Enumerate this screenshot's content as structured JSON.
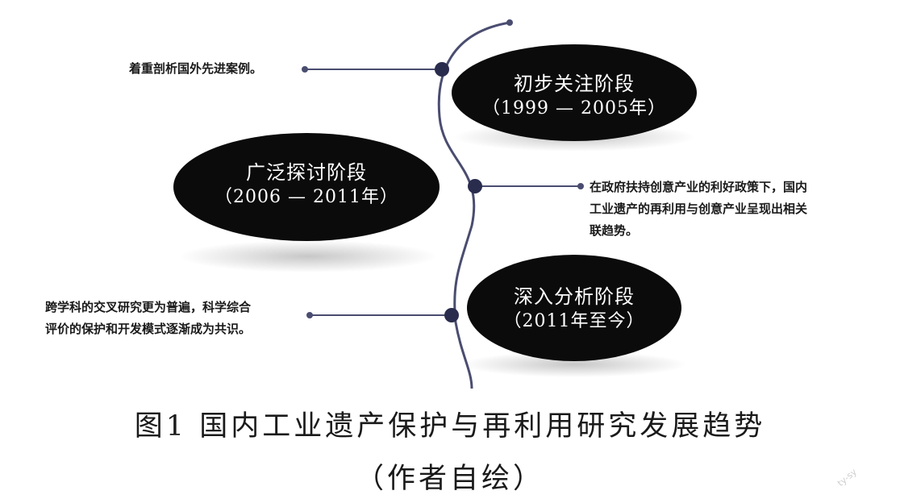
{
  "stages": [
    {
      "title": "初步关注阶段",
      "period": "（1999 — 2005年）"
    },
    {
      "title": "广泛探讨阶段",
      "period": "（2006 — 2011年）"
    },
    {
      "title": "深入分析阶段",
      "period": "（2011年至今）"
    }
  ],
  "notes": [
    {
      "lines": [
        "着重剖析国外先进案例。"
      ]
    },
    {
      "lines": [
        "在政府扶持创意产业的利好政策下，国内",
        "工业遗产的再利用与创意产业呈现出相关",
        "联趋势。"
      ]
    },
    {
      "lines": [
        "跨学科的交叉研究更为普遍，科学综合",
        "评价的保护和开发模式逐渐成为共识。"
      ]
    }
  ],
  "caption": {
    "title": "图1 国内工业遗产保护与再利用研究发展趋势",
    "subtitle": "（作者自绘）"
  },
  "watermark": "ty-sy",
  "colors": {
    "ellipse": "#0b0b0b",
    "timeline": "#4a4d70",
    "node": "#2a2c4e"
  }
}
